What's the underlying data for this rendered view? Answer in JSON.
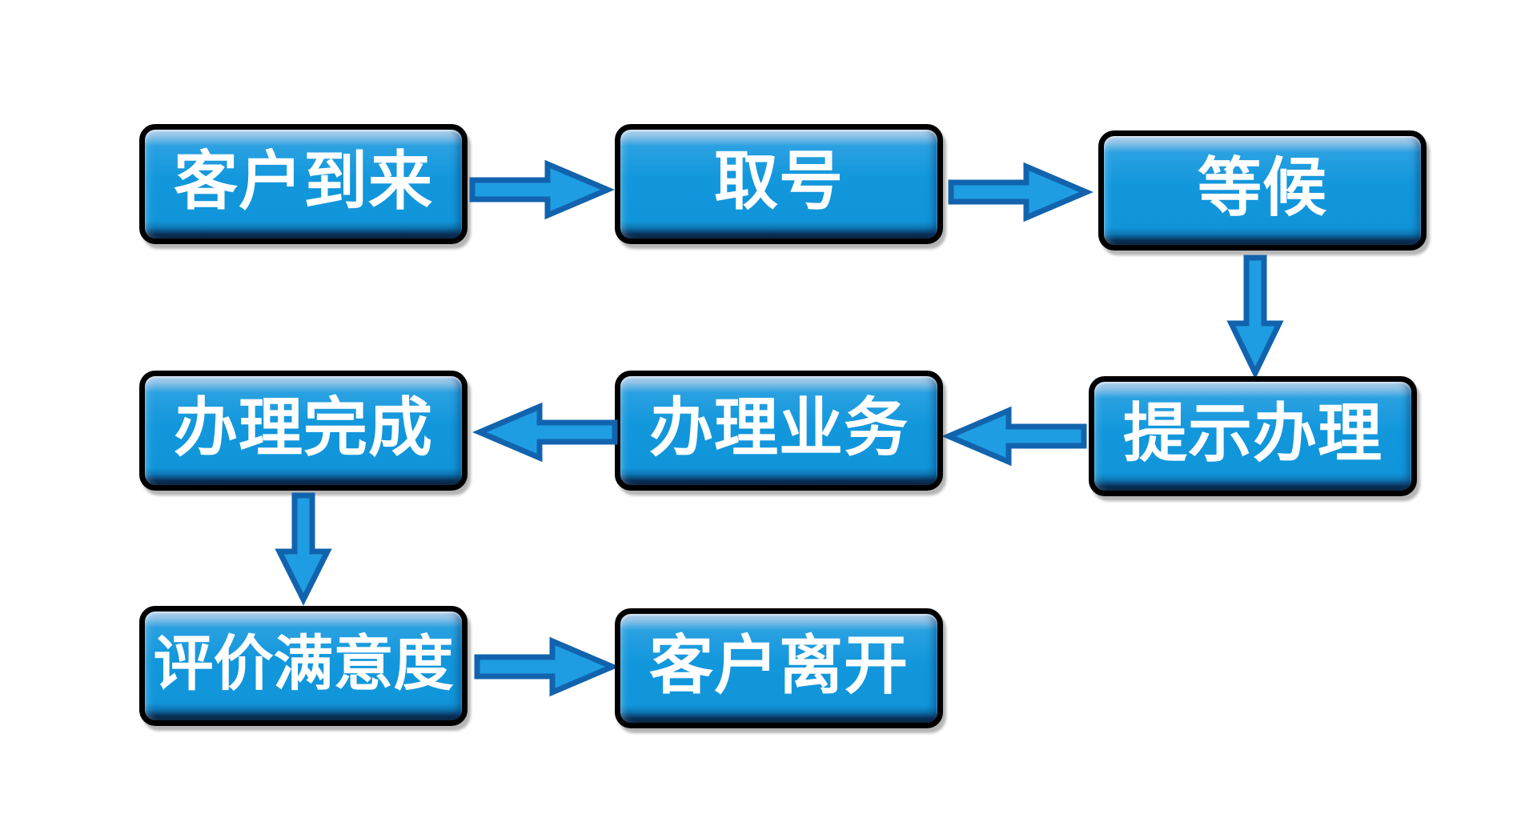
{
  "page": {
    "type": "flowchart",
    "background": "#ffffff"
  },
  "colors": {
    "node_fill": "#1297dc",
    "node_top_highlight": "#a9cdea",
    "node_bottom_shade": "#082c50",
    "node_border": "#000000",
    "node_text": "#ffffff",
    "arrow_fill": "#1f9de3",
    "arrow_outline": "#1263ae"
  },
  "flowchart": {
    "nodes": [
      {
        "id": "customer-arrive",
        "label": "客户到来"
      },
      {
        "id": "take-number",
        "label": "取号"
      },
      {
        "id": "wait",
        "label": "等候"
      },
      {
        "id": "prompt-handle",
        "label": "提示办理"
      },
      {
        "id": "handle-business",
        "label": "办理业务"
      },
      {
        "id": "handle-complete",
        "label": "办理完成"
      },
      {
        "id": "rate-satisfaction",
        "label": "评价满意度"
      },
      {
        "id": "customer-leave",
        "label": "客户离开"
      }
    ],
    "edges": [
      {
        "from": "customer-arrive",
        "to": "take-number",
        "direction": "right"
      },
      {
        "from": "take-number",
        "to": "wait",
        "direction": "right"
      },
      {
        "from": "wait",
        "to": "prompt-handle",
        "direction": "down"
      },
      {
        "from": "prompt-handle",
        "to": "handle-business",
        "direction": "left"
      },
      {
        "from": "handle-business",
        "to": "handle-complete",
        "direction": "left"
      },
      {
        "from": "handle-complete",
        "to": "rate-satisfaction",
        "direction": "down"
      },
      {
        "from": "rate-satisfaction",
        "to": "customer-leave",
        "direction": "right"
      }
    ]
  }
}
